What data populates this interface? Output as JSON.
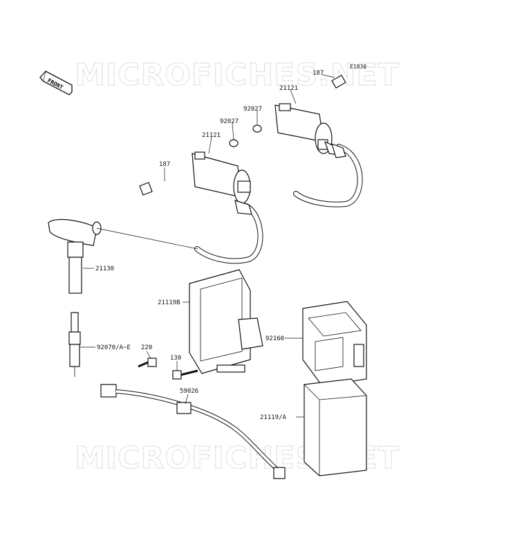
{
  "diagram": {
    "code": "E1830",
    "front_label": "FRONT",
    "watermark": "MICROFICHES.NET",
    "labels": {
      "p187_top": "187",
      "p21121_top": "21121",
      "p92027_top": "92027",
      "p92027_mid": "92027",
      "p21121_mid": "21121",
      "p187_mid": "187",
      "p21130": "21130",
      "p21119b": "21119B",
      "p92160": "92160",
      "p92070": "92070/A~E",
      "p220": "220",
      "p130": "130",
      "p59026": "59026",
      "p21119a": "21119/A"
    }
  }
}
